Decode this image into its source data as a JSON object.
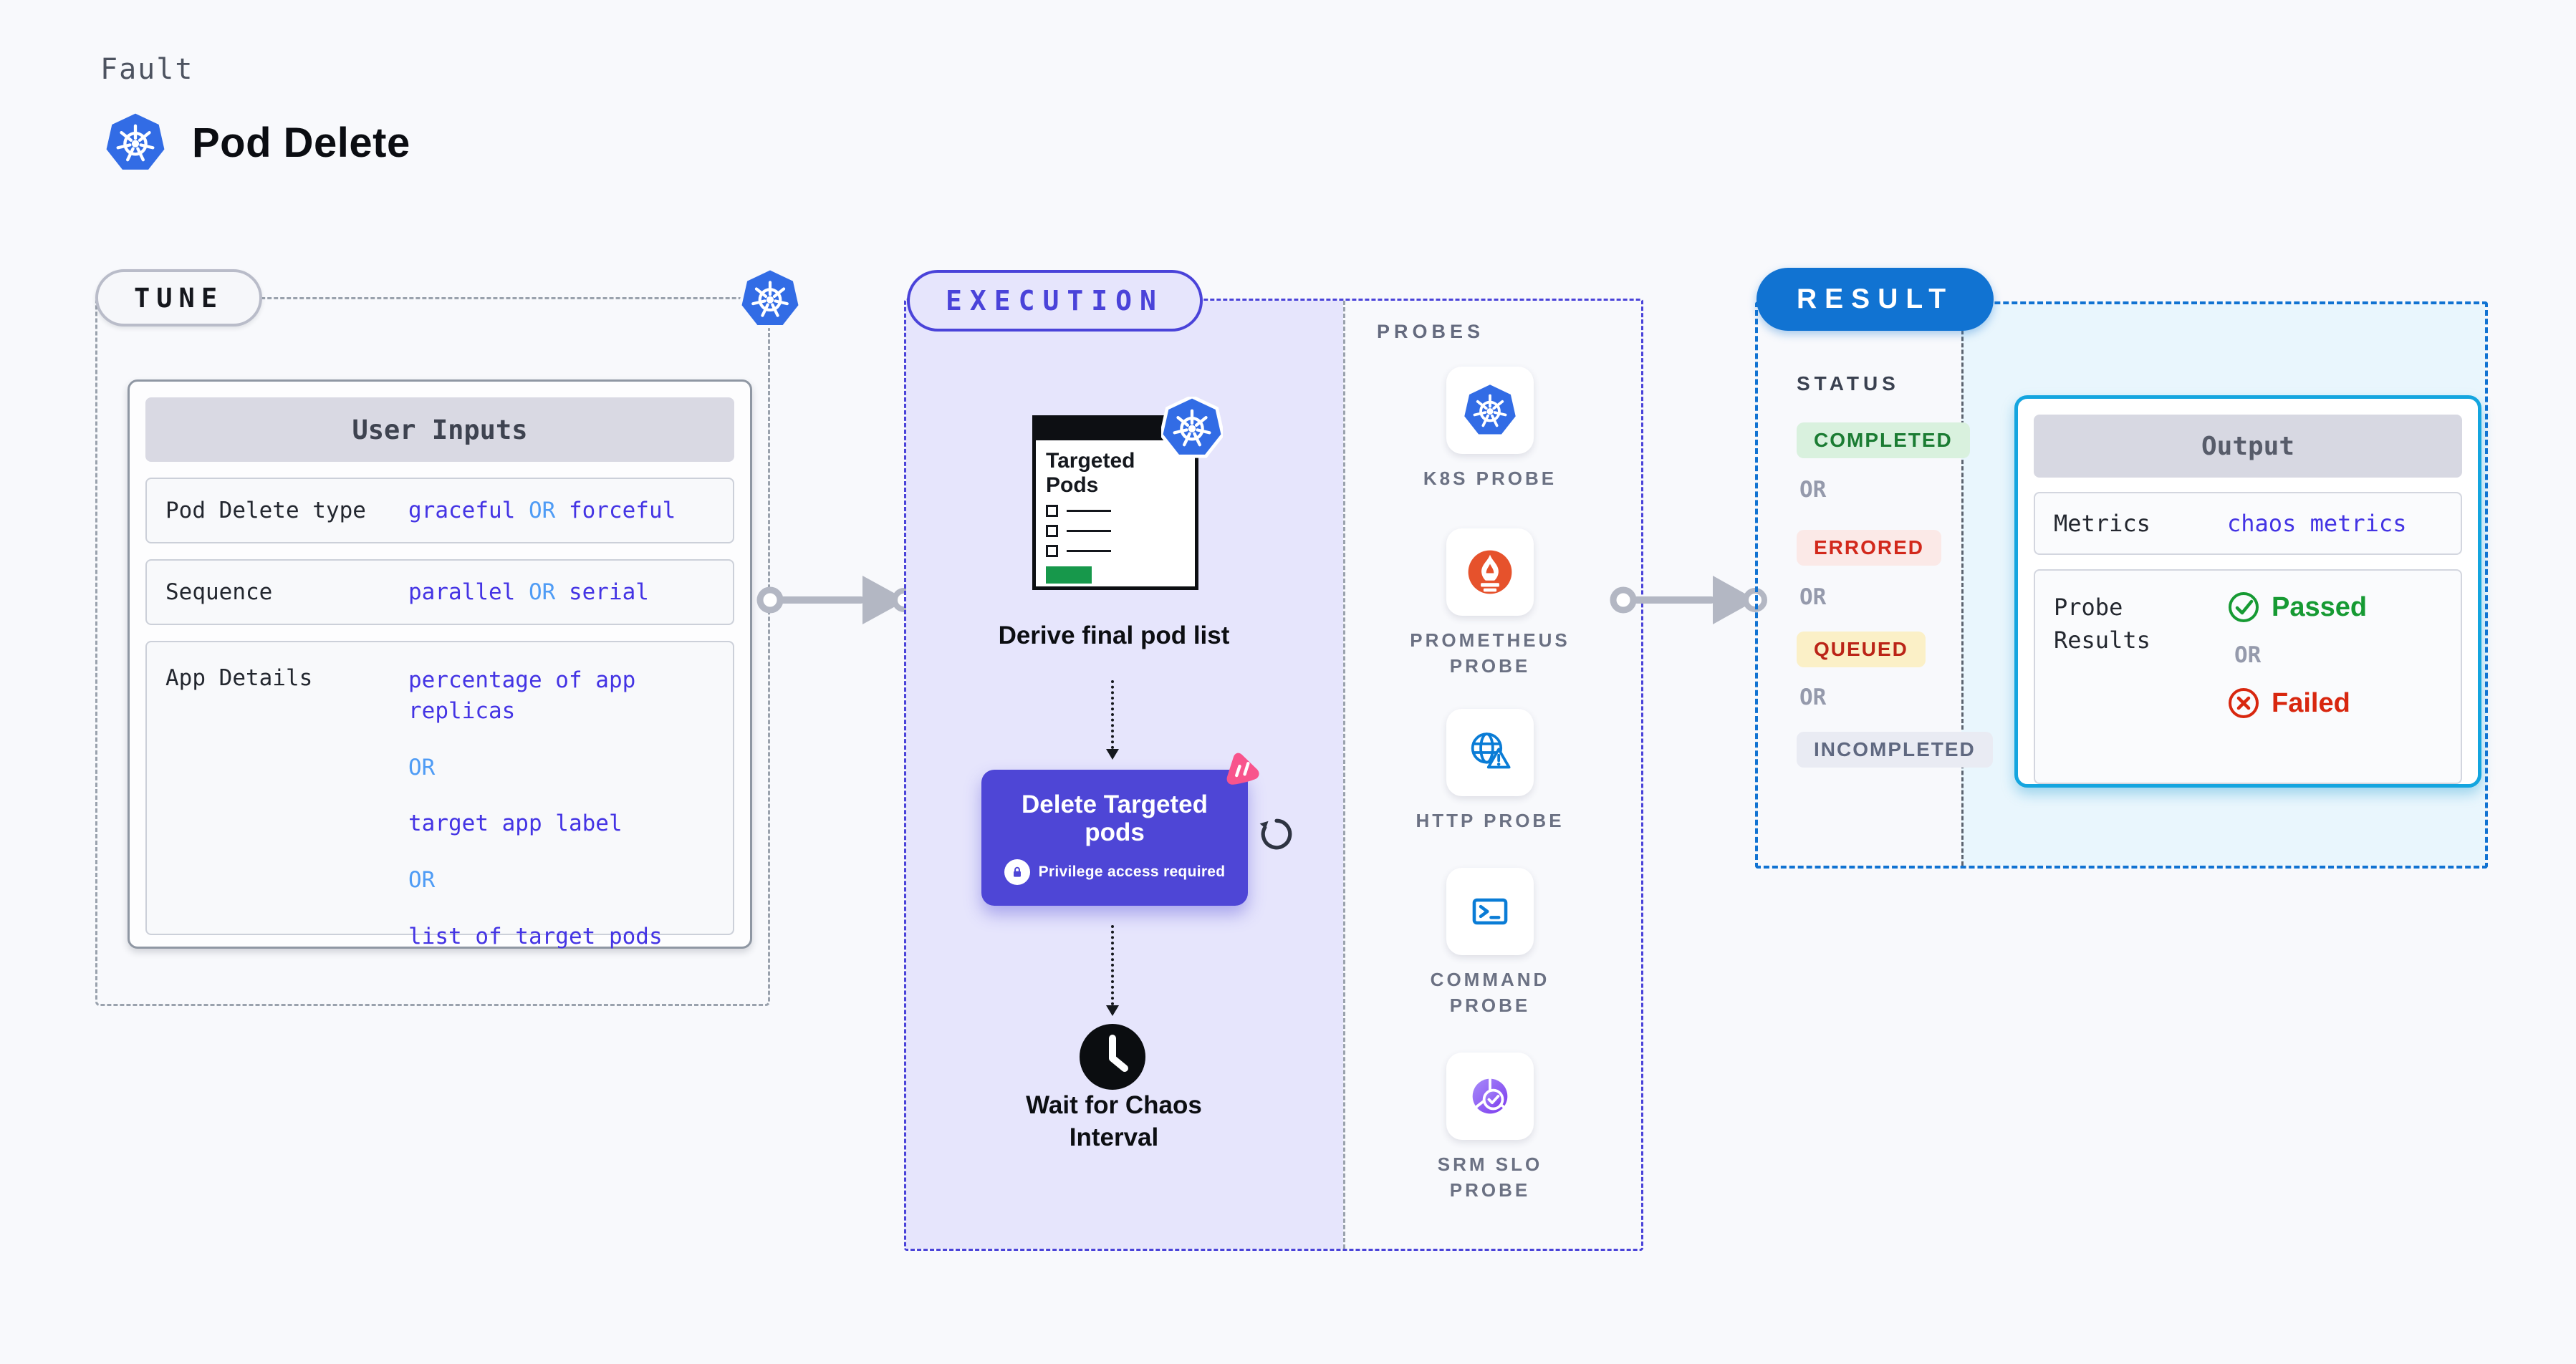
{
  "header": {
    "eyebrow": "Fault",
    "title": "Pod Delete"
  },
  "tune": {
    "badge": "TUNE",
    "card_title": "User Inputs",
    "row1": {
      "label": "Pod Delete type",
      "v1": "graceful",
      "or": "OR",
      "v2": "forceful"
    },
    "row2": {
      "label": "Sequence",
      "v1": "parallel",
      "or": "OR",
      "v2": "serial"
    },
    "row3": {
      "label": "App Details",
      "lines": [
        "percentage of app replicas",
        "OR",
        "target app label",
        "OR",
        "list of target pods"
      ]
    }
  },
  "execution": {
    "badge": "EXECUTION",
    "window_title": "Targeted Pods",
    "derive_label": "Derive final pod list",
    "delete_button": {
      "title": "Delete Targeted pods",
      "note": "Privilege access required"
    },
    "wait_label": "Wait for Chaos Interval",
    "probes_title": "PROBES",
    "probes": [
      {
        "icon": "k8s-icon",
        "label": "K8S PROBE"
      },
      {
        "icon": "prometheus-icon",
        "label": "PROMETHEUS PROBE"
      },
      {
        "icon": "http-globe-warning-icon",
        "label": "HTTP PROBE"
      },
      {
        "icon": "terminal-icon",
        "label": "COMMAND PROBE"
      },
      {
        "icon": "slo-pie-check-icon",
        "label": "SRM SLO PROBE"
      }
    ]
  },
  "result": {
    "badge": "RESULT",
    "status_title": "STATUS",
    "or": "OR",
    "statuses": [
      {
        "label": "COMPLETED",
        "fg": "#1b7c33",
        "bg": "#d9f1de"
      },
      {
        "label": "ERRORED",
        "fg": "#d2281b",
        "bg": "#fbe9e7"
      },
      {
        "label": "QUEUED",
        "fg": "#bb2417",
        "bg": "#fbf0c7"
      },
      {
        "label": "INCOMPLETED",
        "fg": "#5f6880",
        "bg": "#e9ebf3"
      }
    ],
    "output": {
      "title": "Output",
      "metrics_label": "Metrics",
      "metrics_value": "chaos metrics",
      "probe_label": "Probe Results",
      "passed": "Passed",
      "or": "OR",
      "failed": "Failed"
    }
  },
  "colors": {
    "page_bg": "#f8f9fc",
    "accent_indigo": "#4a43d9",
    "value_blue": "#4434e4",
    "or_light_blue": "#4f9cf5",
    "result_blue": "#1173d2",
    "output_border_cyan": "#14a5df",
    "k8s_blue": "#326ce5",
    "prometheus_orange": "#e6522c",
    "probe_icon_blue": "#0a7cd6",
    "srm_purple": "#7c3aed",
    "delete_button_purple": "#4e46d6",
    "chaos_pink": "#f8548c",
    "passed_green": "#169a33",
    "failed_red": "#d8270f",
    "window_green": "#17984b",
    "connector_gray": "#b3b7c3"
  }
}
